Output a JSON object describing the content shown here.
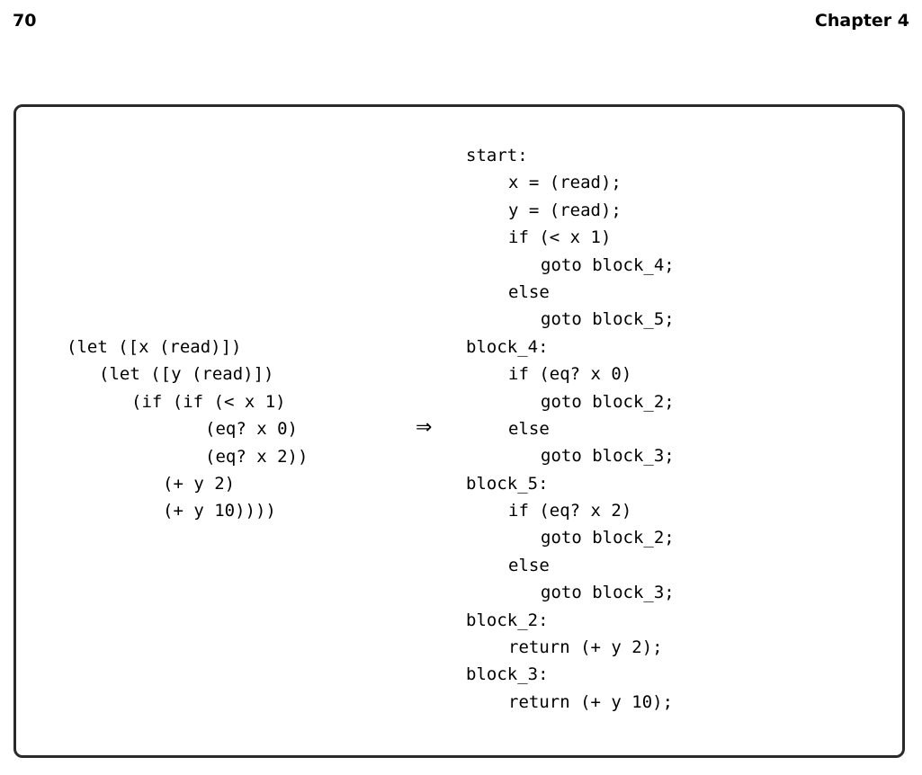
{
  "header": {
    "page_number": "70",
    "chapter": "Chapter 4"
  },
  "figure": {
    "source_code": [
      "(let ([x (read)])",
      "(let ([y (read)])",
      "(if (if (< x 1)",
      "(eq? x 0)",
      "(eq? x 2))",
      "(+ y 2)",
      "(+ y 10))))"
    ],
    "arrow": "⇒",
    "target_code": [
      "start:",
      "x = (read);",
      "y = (read);",
      "if (< x 1)",
      "goto block_4;",
      "else",
      "goto block_5;",
      "block_4:",
      "if (eq? x 0)",
      "goto block_2;",
      "else",
      "goto block_3;",
      "block_5:",
      "if (eq? x 2)",
      "goto block_2;",
      "else",
      "goto block_3;",
      "block_2:",
      "return (+ y 2);",
      "block_3:",
      "return (+ y 10);"
    ]
  }
}
